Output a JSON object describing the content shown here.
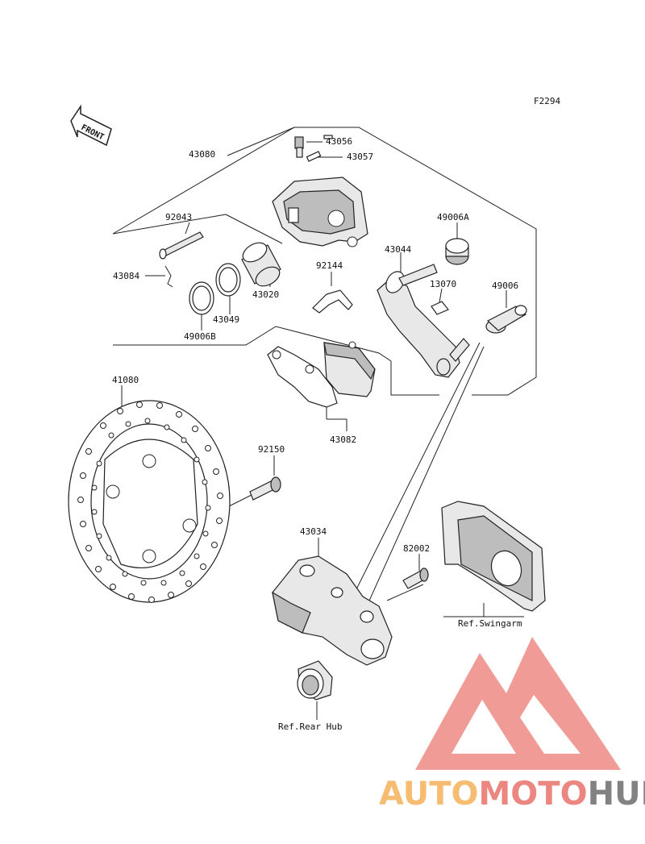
{
  "diagram_code": "F2294",
  "front_label": "FRONT",
  "parts": {
    "p43080": "43080",
    "p43056": "43056",
    "p43057": "43057",
    "p92043": "92043",
    "p43084": "43084",
    "p43020": "43020",
    "p43049": "43049",
    "p49006B": "49006B",
    "p92144": "92144",
    "p43044": "43044",
    "p49006A": "49006A",
    "p13070": "13070",
    "p49006": "49006",
    "p43082": "43082",
    "p41080": "41080",
    "p92150": "92150",
    "p43034": "43034",
    "p82002": "82002"
  },
  "refs": {
    "swingarm": "Ref.Swingarm",
    "rear_hub": "Ref.Rear Hub"
  },
  "watermark": {
    "part1": "AUTO",
    "part2": "MOTO",
    "part3": "HUB",
    "color_orange": "#f5b25a",
    "color_red": "#e8736b",
    "color_gray": "#6d6d6d",
    "triangle_color": "#ef8a84"
  }
}
